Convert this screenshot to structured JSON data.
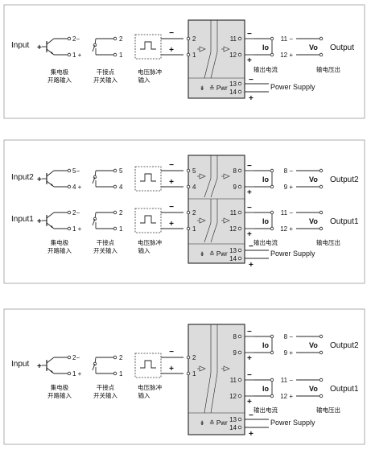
{
  "panels": [
    {
      "inputs": [
        {
          "label": "Input",
          "pins": [
            "2",
            "1"
          ],
          "out_pins": [
            "11",
            "12"
          ],
          "out_label": "Output",
          "out_terms": [
            "11",
            "12"
          ]
        }
      ],
      "out_current": "Io",
      "out_voltage": "Vo"
    },
    {
      "inputs": [
        {
          "label": "Input2",
          "pins": [
            "5",
            "4"
          ],
          "out_pins": [
            "8",
            "9"
          ],
          "out_label": "Output2",
          "out_terms": [
            "8",
            "9"
          ]
        },
        {
          "label": "Input1",
          "pins": [
            "2",
            "1"
          ],
          "out_pins": [
            "11",
            "12"
          ],
          "out_label": "Output1",
          "out_terms": [
            "11",
            "12"
          ]
        }
      ],
      "out_current": "Io",
      "out_voltage": "Vo"
    },
    {
      "inputs": [
        {
          "label": "Input",
          "pins": [
            "2",
            "1"
          ]
        }
      ],
      "outputs": [
        {
          "out_pins": [
            "8",
            "9"
          ],
          "out_label": "Output2",
          "out_terms": [
            "8",
            "9"
          ]
        },
        {
          "out_pins": [
            "11",
            "12"
          ],
          "out_label": "Output1",
          "out_terms": [
            "11",
            "12"
          ]
        }
      ],
      "out_current": "Io",
      "out_voltage": "Vo"
    }
  ],
  "labels": {
    "collector": [
      "集电极",
      "开路输入"
    ],
    "dry_contact": [
      "干接点",
      "开关输入"
    ],
    "pulse": [
      "电压脉冲",
      "输入"
    ],
    "out_current_cn": "输出电流",
    "out_voltage_cn": "输电压出",
    "power_supply": "Power Supply",
    "pwr": "Pwr",
    "power_pins": [
      "13",
      "14"
    ],
    "minus": "−",
    "plus": "+"
  }
}
